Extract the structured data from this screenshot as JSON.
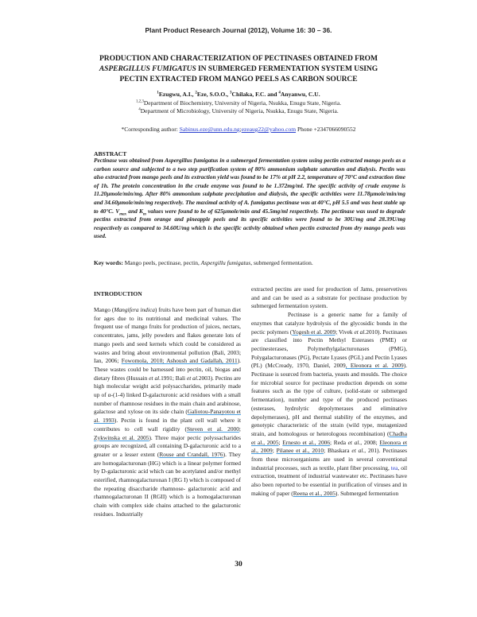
{
  "header": {
    "journal": "Plant Product Research Journal (2012), Volume 16: 30 – 36."
  },
  "title": {
    "line1": "PRODUCTION AND CHARACTERIZATION OF PECTINASES OBTAINED FROM",
    "line2_italic": "ASPERGILLUS FUMIGATUS",
    "line2_rest": " IN SUBMERGED FERMENTATION SYSTEM USING",
    "line3": "PECTIN EXTRACTED FROM MANGO PEELS AS CARBON SOURCE"
  },
  "authors": {
    "a1_sup": "1",
    "a1": "Ezugwu, A.I., ",
    "a2_sup": "2",
    "a2": "Eze, S.O.O., ",
    "a3_sup": "3",
    "a3": "Chilaka, F.C. and ",
    "a4_sup": "4",
    "a4": "Anyanwu, C.U."
  },
  "affiliations": [
    {
      "sup": "1,2,3",
      "text": "Department of Biochemistry, University of Nigeria, Nsukka, Enugu State, Nigeria."
    },
    {
      "sup": "4",
      "text": "Department of Microbiology, University of Nigeria, Nsukka, Enugu State, Nigeria."
    }
  ],
  "corresponding": {
    "label": "*Corresponding author: ",
    "email1": "Sabinus.eze@unn.edu.ng",
    "sep": ";",
    "email2": "ezeaug22@yahoo.com",
    "phone": " Phone +2347066090552"
  },
  "abstract": {
    "heading": "ABSTRACT",
    "p1": "Pectinase was obtained from Aspergillus fumigatus in a submerged fermentation system using pectin extracted mango peels as a carbon source and subjected to a two step purification system of 80% ammonium sulphate saturation and dialysis. Pectin was also extracted from mango peels and its extraction yield was found to be 17% at pH 2.2, temperature of 70°C and extraction time of 1h. The protein concentration in the crude enzyme was found to be 1.372mg/ml. The specific activity of crude enzyme is 11.20µmole/min/mg. After 80% ammonium sulphate precipitation and dialysis, the specific activities were 11.78µmole/min/mg and 34.60µmole/min/mg respectively. The maximal activity of A. fumigatus  pectinase was at 40°C, pH 5.5 and was heat stable up to 40°C. V",
    "vmax_sub": "max",
    "p2": " and K",
    "km_sub": "m",
    "p3": " values were found to be of 625µmole/min and 45.5mg/ml respectively. The  pectinase was used to degrade pectins extracted from orange and pineapple peels and  its specific activities were found to be 30U/mg and 28.39U/mg respectively as compared to 34.60U/mg which is the specific activity obtained when pectin extracted from dry mango peels was used."
  },
  "keywords": {
    "label": "Key words:",
    "text1": " Mango peels, pectinase, pectin, ",
    "italic": "Aspergillu fumigatus",
    "text2": ", submerged fermentation."
  },
  "introduction": {
    "heading": "INTRODUCTION",
    "left": {
      "t1": "Mango (",
      "i1": "Mangifera indica",
      "t2": ") fruits have been part of human diet for ages due to its nutritional and medicinal values. The frequent use of mango fruits for production of juices, nectars, concentrates, jams, jelly powders and flakes generate lots  of mango peels and seed kernels which could be considered as wastes and bring about environmental pollution (Bali, 2003; Ian, 2006; ",
      "c1": "Fowomola, 2010; Ashoush and Gadallah, 2011",
      "t3": "). These wastes could be harnessed into pectin, oil, biogas and dietary fibres (Hussain ",
      "i2": "et al.",
      "t4": "1991; Bali ",
      "i3": "et al.",
      "t5": "2003). Pectins are high molecular weight acid polysaccharides, primarily made up of α-(1-4) linked D-galacturonic acid residues with a small number of rhamnose residues in the main chain and arabinose, galactose and xylose on its side chain (",
      "c2": "Galiotou-Panayotou et al. 1993",
      "t6": "). Pectin is found in the plant cell wall where it contributes to cell wall rigidity (",
      "c3": "Steven   et al. 2000",
      "t7": "; ",
      "c4": "Zykwinska et al. 2005",
      "t8": "). Three major pectic polyssacharides groups are recognized, all containing D-galacturonic acid to a greater or a lesser extent (",
      "c5": "Rouse and Crandall, 1976",
      "t9": "). They are homogalacturonan (HG) which is a linear polymer formed by D-galacturonic acid which can be acetylated and/or methyl esterified, rhamnogalacturonan I (RG I) which is composed of the repeating disaccharide rhamnose- galacturonic acid and rhamnogalacturonan II (RGII) which is a homogalacturonan chain with complex side chains attached to the galacturonic residues. Industrially"
    },
    "right": {
      "p1": "extracted pectins are used for production of Jams, preservetives and and can be used as a  substrate for pectinase production by submerged fermentation system.",
      "p2a": "Pectinase is a generic name for a family of enzymes that catalyze hydrolysis of the glycosidic bonds in the pectic polymers (",
      "c1": "Yogesh et al. 2009;",
      "p2b": " Vivek ",
      "i1": "et al.",
      "p2c": "2010). Pectinases are classified into Pectin Methyl Esterases (PME) or pectinesterases, Polymethylgalacturonases (PMG), Polygalacturonases (PG), Pectate Lyases (PGL) and Pectin Lyases (PL) (McCready, 1970, Daniel, 2009",
      "c2": ", Eleonora et al. 2009",
      "p2d": "). Pectinase is sourced from bacteria, yeasts and moulds. The choice for microbial source for pectinase production depends on some features such as the type of culture, (solid-state or submerged fermentation), number and type of the produced pectinases (esterases, hydrolytic depolymerases and eliminative depolymerases), pH and thermal stability of the enzymes, and genotypic characteristic of the strain (wild type, mutagenized strain, and homologous or heterologous recombination) (",
      "c3": "Chadha et al., 2005",
      "p2e": "; ",
      "c4": "Ernesto et al., 2006",
      "p2f": "; Reda ",
      "i2": "et al.",
      "p2g": ", 2008; ",
      "c5": "Eleonora  et al., 2009",
      "p2h": "; ",
      "c6": "Pilanee et al., 2010",
      "p2i": "; Bhaskara ",
      "i3": "et al.",
      "p2j": ", 201). Pectinases from these microorganisms are used in several conventional industrial processes, such as textile, plant fiber processing, ",
      "tea": "tea",
      "p2k": ", oil extraction, treatment of industrial wastewater etc. Pectinases have also been reported to be essential in purification of viruses and in making of paper (",
      "c7": "Reena et al., 2005",
      "p2l": ").  Submerged fermentation"
    }
  },
  "footer": {
    "page_number": "30"
  }
}
